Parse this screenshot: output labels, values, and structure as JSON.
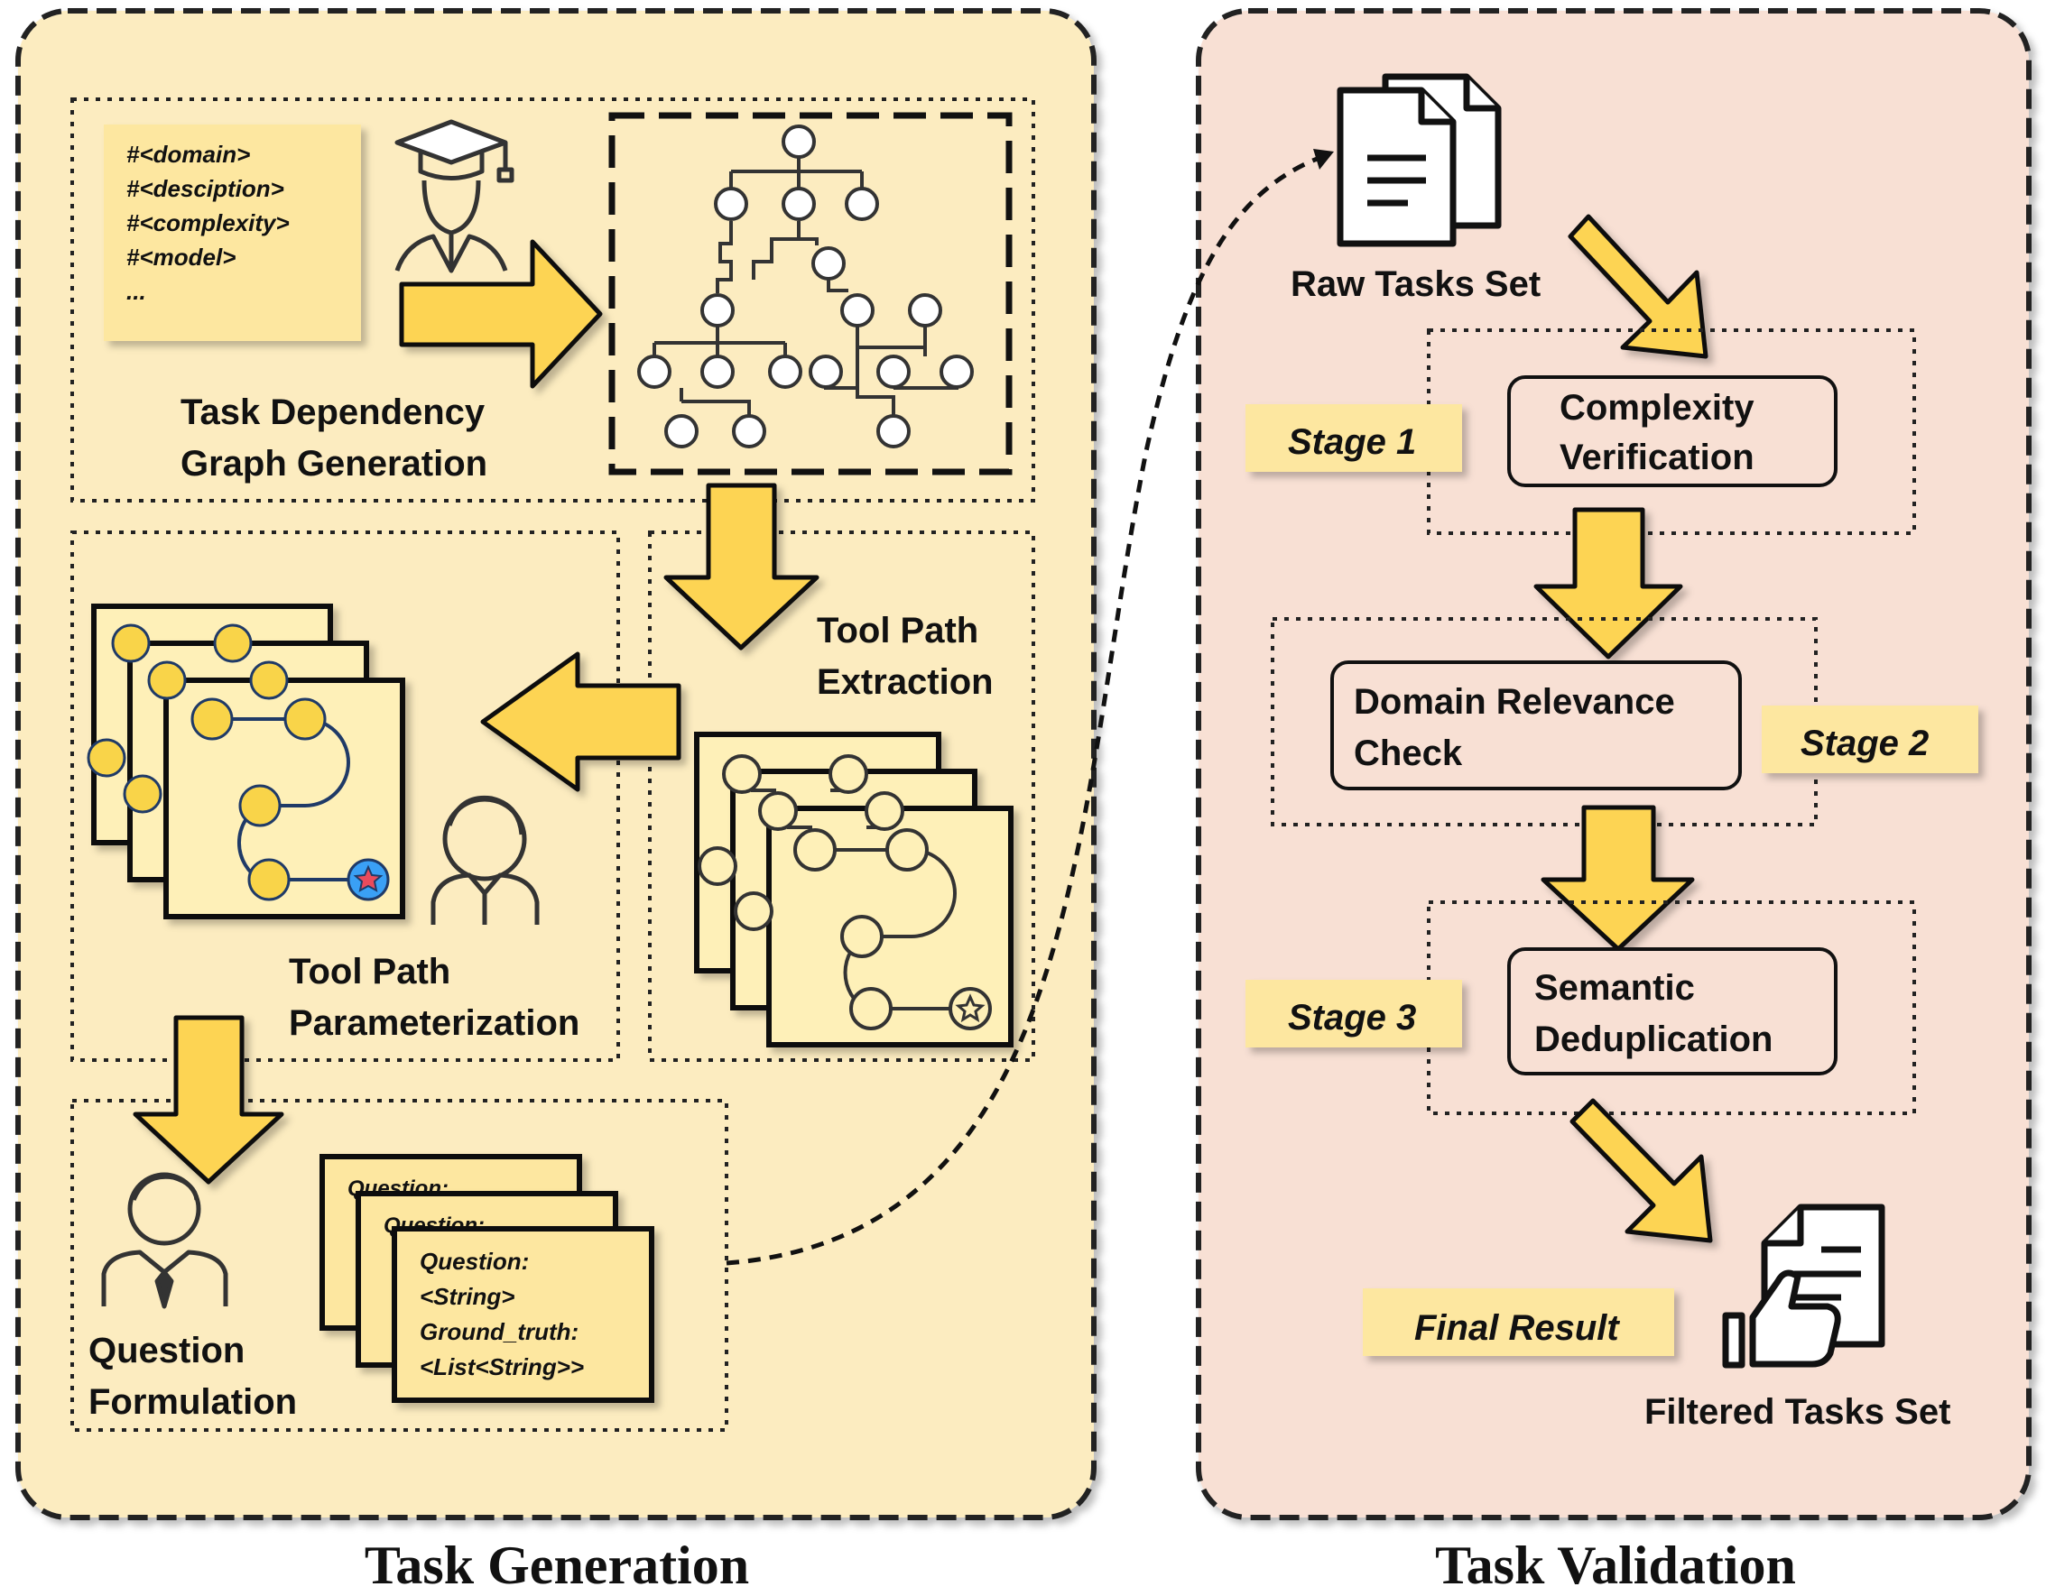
{
  "panels": {
    "generation": {
      "title": "Task Generation"
    },
    "validation": {
      "title": "Task Validation"
    }
  },
  "generation": {
    "prompt_note": [
      "#<domain>",
      "#<desciption>",
      "#<complexity>",
      "#<model>",
      "..."
    ],
    "step1_label": [
      "Task Dependency",
      "Graph Generation"
    ],
    "step2_label": [
      "Tool Path",
      "Extraction"
    ],
    "step3_label": [
      "Tool Path",
      "Parameterization"
    ],
    "step4_label": [
      "Question",
      "Formulation"
    ],
    "question_card": [
      "Question:",
      "<String>",
      "Ground_truth:",
      "<List<String>>"
    ],
    "back_card_peek": "Question:"
  },
  "validation": {
    "raw_label": "Raw Tasks Set",
    "stage1": {
      "tag": "Stage 1",
      "box": [
        "Complexity",
        "Verification"
      ]
    },
    "stage2": {
      "tag": "Stage 2",
      "box": [
        "Domain Relevance",
        "Check"
      ]
    },
    "stage3": {
      "tag": "Stage 3",
      "box": [
        "Semantic",
        "Deduplication"
      ]
    },
    "final_tag": "Final Result",
    "filtered_label": "Filtered Tasks Set"
  },
  "colors": {
    "generation_bg": "#fcecc0",
    "validation_bg": "#f8e0d4",
    "arrow_fill": "#fdd452",
    "note_fill": "#fde7a0",
    "card_fill": "#fef0b8",
    "node_fill": "#f9d449",
    "line_color": "#1f3a67",
    "star_badge": "#3aa0f5",
    "star": "#e94b5d"
  }
}
